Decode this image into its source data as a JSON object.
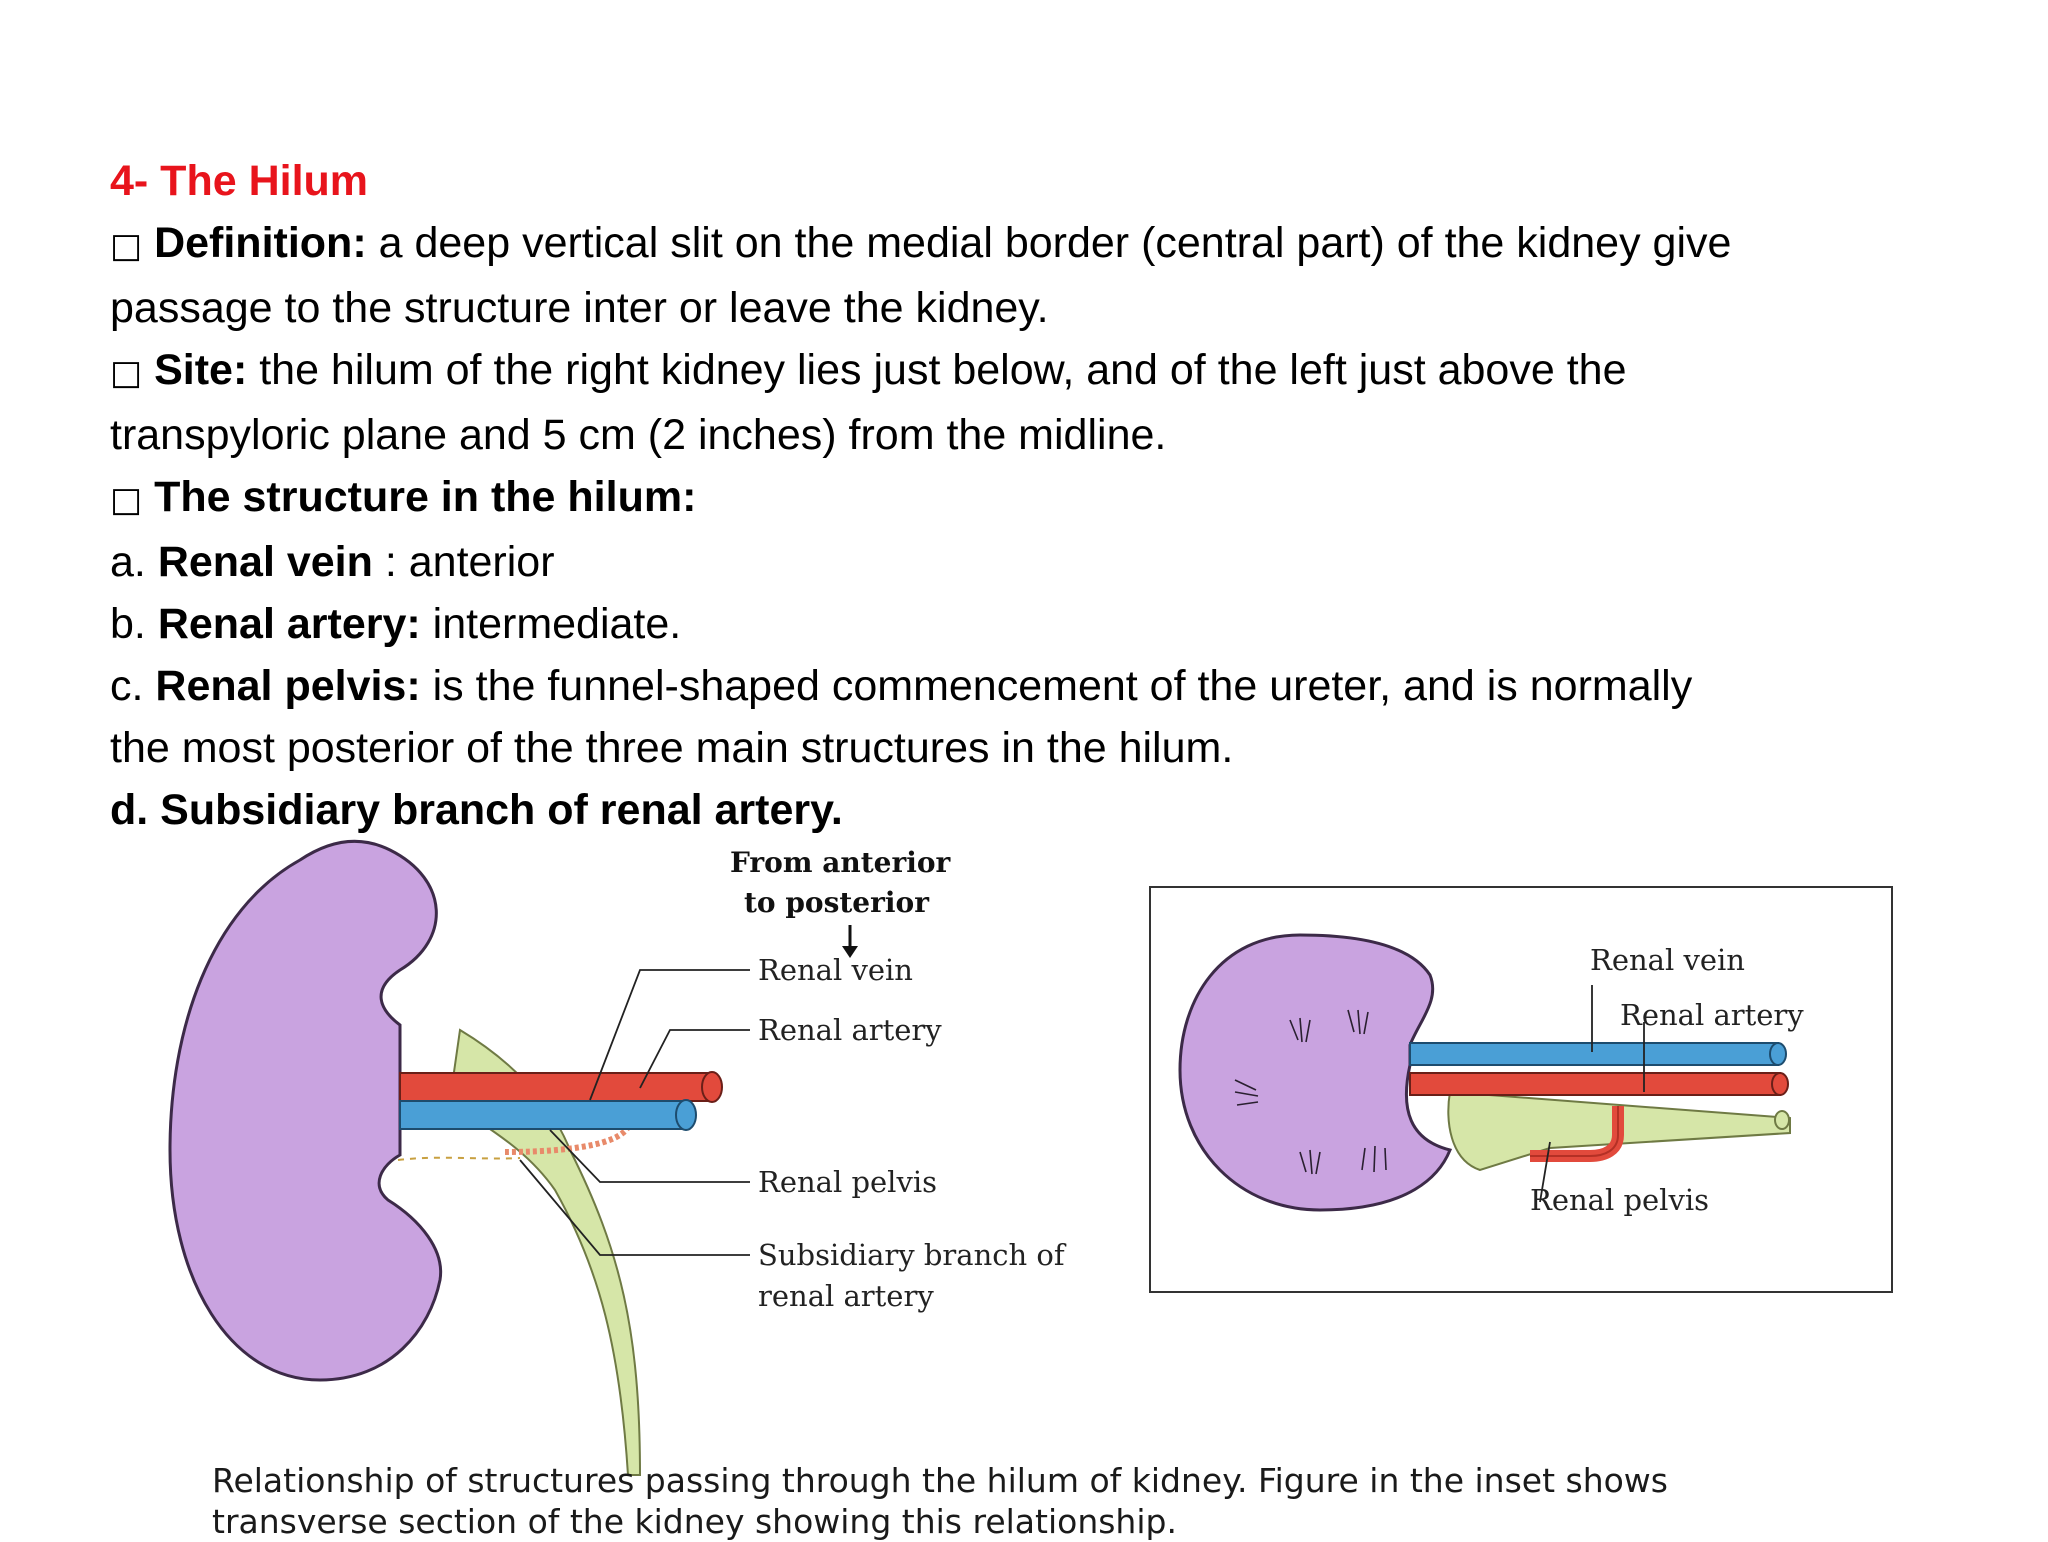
{
  "slide": {
    "heading": "4- The Hilum",
    "bullet_glyph": "□",
    "definition": {
      "label": "Definition:",
      "text_line1": " a deep vertical slit on the medial border (central part) of the kidney give",
      "text_line2": "passage to the structure inter or leave the kidney."
    },
    "site": {
      "label": "Site:",
      "text_line1": " the hilum of the right kidney lies just below, and of the left just above the",
      "text_line2": "transpyloric plane and 5 cm (2 inches) from the midline."
    },
    "structures_heading": "The structure in the hilum:",
    "items": [
      {
        "prefix": "a. ",
        "label": "Renal vein",
        "text": " : anterior"
      },
      {
        "prefix": "b. ",
        "label": "Renal artery:",
        "text": " intermediate."
      },
      {
        "prefix": "c. ",
        "label": "Renal pelvis:",
        "text_line1": " is the funnel-shaped commencement of the ureter, and is normally",
        "text_line2": "the most posterior of the three main structures in the hilum."
      },
      {
        "label": "d. Subsidiary branch of renal artery."
      }
    ]
  },
  "figure": {
    "main": {
      "direction_label_line1": "From anterior",
      "direction_label_line2": "to posterior",
      "labels": {
        "renal_vein": "Renal vein",
        "renal_artery": "Renal artery",
        "renal_pelvis": "Renal pelvis",
        "subsidiary_line1": "Subsidiary branch of",
        "subsidiary_line2": "renal artery"
      }
    },
    "inset": {
      "labels": {
        "renal_vein": "Renal vein",
        "renal_artery": "Renal artery",
        "renal_pelvis": "Renal pelvis"
      }
    },
    "colors": {
      "kidney": "#c9a3e0",
      "kidney_outline": "#3c2a48",
      "vein": "#4a9fd6",
      "artery": "#e24a3c",
      "pelvis": "#d6e6a8"
    },
    "caption_line1": "Relationship of structures passing through the hilum of kidney. Figure in the inset shows",
    "caption_line2": "transverse section of the kidney showing this relationship."
  }
}
